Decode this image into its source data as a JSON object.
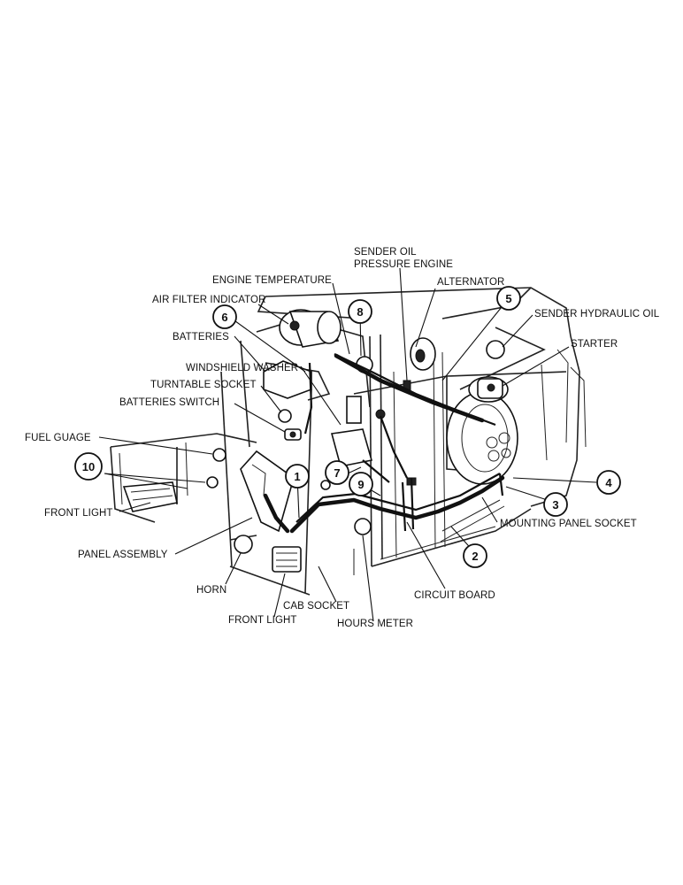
{
  "labels": {
    "sender_oil_pressure_1": "SENDER OIL",
    "sender_oil_pressure_2": "PRESSURE ENGINE",
    "engine_temperature": "ENGINE TEMPERATURE",
    "alternator": "ALTERNATOR",
    "air_filter_indicator": "AIR FILTER INDICATOR",
    "sender_hydraulic_oil": "SENDER HYDRAULIC OIL",
    "batteries": "BATTERIES",
    "starter": "STARTER",
    "windshield_washer": "WINDSHIELD WASHER",
    "turntable_socket": "TURNTABLE SOCKET",
    "batteries_switch": "BATTERIES SWITCH",
    "fuel_gauge": "FUEL GUAGE",
    "front_light_left": "FRONT LIGHT",
    "mounting_panel_socket": "MOUNTING PANEL SOCKET",
    "panel_assembly": "PANEL ASSEMBLY",
    "horn": "HORN",
    "circuit_board": "CIRCUIT BOARD",
    "cab_socket": "CAB SOCKET",
    "front_light_bottom": "FRONT LIGHT",
    "hours_meter": "HOURS METER"
  },
  "callouts": {
    "c1": "1",
    "c2": "2",
    "c3": "3",
    "c4": "4",
    "c5": "5",
    "c6": "6",
    "c7": "7",
    "c8": "8",
    "c9": "9",
    "c10": "10"
  }
}
